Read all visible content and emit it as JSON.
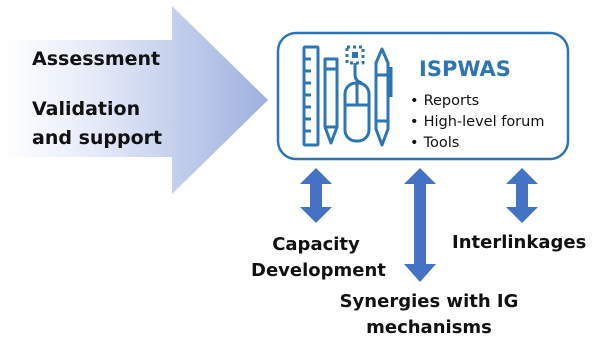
{
  "arrow": {
    "line1": "Assessment",
    "line2": "Validation and support"
  },
  "box": {
    "title": "ISPWAS",
    "items": [
      "Reports",
      "High-level forum",
      "Tools"
    ],
    "icon": "tools-ruler-pencil-mouse-icon"
  },
  "links": {
    "capacity": "Capacity Development",
    "interlinkages": "Interlinkages",
    "synergies": "Synergies with IG mechanisms"
  },
  "colors": {
    "arrow_fill": "#9eb0df",
    "box_border": "#2e75b6",
    "connector": "#4472c4",
    "title": "#2e75b6"
  }
}
